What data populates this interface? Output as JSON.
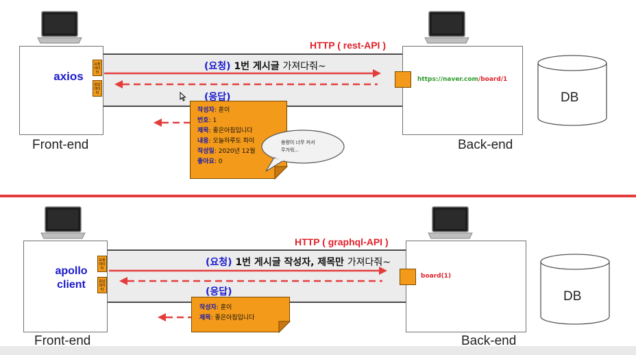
{
  "top": {
    "client_name": "axios",
    "http_label": "HTTP ( rest-API )",
    "request_paren": "(요청)",
    "request_bold": "1번 게시글",
    "request_rest": "가져다줘~",
    "response_label": "(응답)",
    "req_tag": "요청 데이터",
    "res_tag": "응답 데이터",
    "url_green": "https://naver.com",
    "url_red": "/board/1",
    "frontend_label": "Front-end",
    "backend_label": "Back-end",
    "db_label": "DB",
    "note": [
      {
        "key": "작성자",
        "val": "훈이"
      },
      {
        "key": "번호",
        "val": "1"
      },
      {
        "key": "제목",
        "val": "좋은아침입니다"
      },
      {
        "key": "내용",
        "val": "오늘하루도 파이"
      },
      {
        "key": "작성일",
        "val": "2020년 12월"
      },
      {
        "key": "좋아요",
        "val": "0"
      }
    ],
    "cloud_line1": "용량이 너무 커서",
    "cloud_line2": "무거워..."
  },
  "bottom": {
    "client_line1": "apollo",
    "client_line2": "client",
    "http_label": "HTTP ( graphql-API )",
    "request_paren": "(요청)",
    "request_bold": "1번 게시글 작성자, 제목만",
    "request_rest": "가져다줘~",
    "response_label": "(응답)",
    "req_tag": "요청 데이터",
    "res_tag": "응답 데이터",
    "endpoint": "board(1)",
    "frontend_label": "Front-end",
    "backend_label": "Back-end",
    "db_label": "DB",
    "note": [
      {
        "key": "작성자",
        "val": "훈이"
      },
      {
        "key": "제목",
        "val": "좋은아침입니다"
      }
    ]
  },
  "colors": {
    "accent_red": "#e43c3c",
    "client_blue": "#1a1acc",
    "note_orange": "#f39a1a",
    "url_green": "#2a9a2a"
  },
  "icons": [
    "laptop-icon",
    "database-icon",
    "speech-bubble-icon",
    "cursor-icon"
  ]
}
